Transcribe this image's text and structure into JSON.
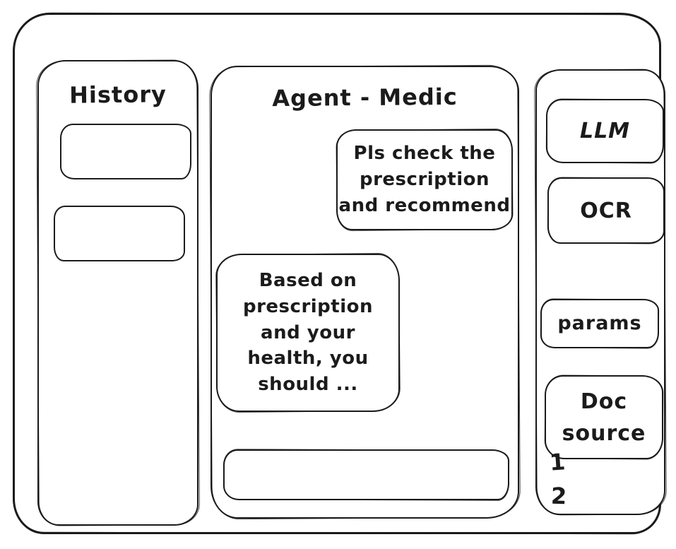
{
  "history": {
    "title": "History"
  },
  "chat": {
    "title": "Agent - Medic",
    "messages": [
      {
        "role": "user",
        "text": "Pls check the\nprescription\nand recommend"
      },
      {
        "role": "assistant",
        "text": "Based on\nprescription\nand your\nhealth, you\nshould ..."
      }
    ],
    "input_value": ""
  },
  "tools": {
    "buttons": [
      {
        "label": "LLM"
      },
      {
        "label": "OCR"
      },
      {
        "label": "params"
      },
      {
        "label": "Doc\nsource"
      }
    ],
    "doc_items": [
      "1",
      "2"
    ]
  },
  "colors": {
    "stroke": "#1b1b1b",
    "background": "#ffffff"
  }
}
